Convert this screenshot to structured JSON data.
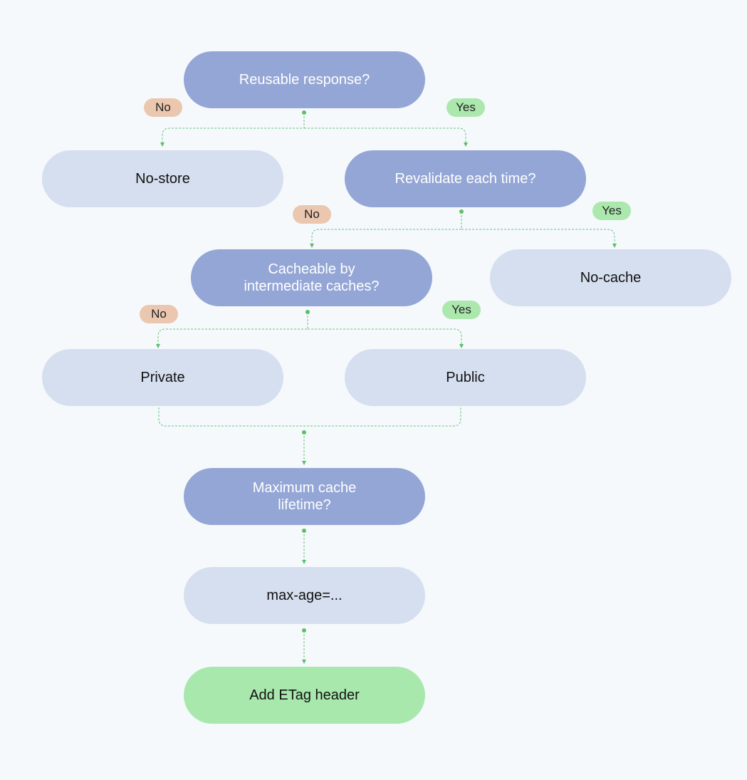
{
  "nodes": {
    "reusable": "Reusable response?",
    "no_store": "No-store",
    "revalidate": "Revalidate each time?",
    "cacheable_line1": "Cacheable by",
    "cacheable_line2": "intermediate caches?",
    "no_cache": "No-cache",
    "private": "Private",
    "public": "Public",
    "max_lifetime_line1": "Maximum cache",
    "max_lifetime_line2": "lifetime?",
    "max_age": "max-age=...",
    "etag": "Add ETag header"
  },
  "labels": {
    "no": "No",
    "yes": "Yes"
  },
  "colors": {
    "background": "#f5f9fc",
    "decision": "#94a6d6",
    "outcome": "#d6dfef",
    "final": "#a8e8ad",
    "no_pill": "#ebc7b0",
    "yes_pill": "#ace8ae",
    "connector": "#5cbf6a"
  }
}
